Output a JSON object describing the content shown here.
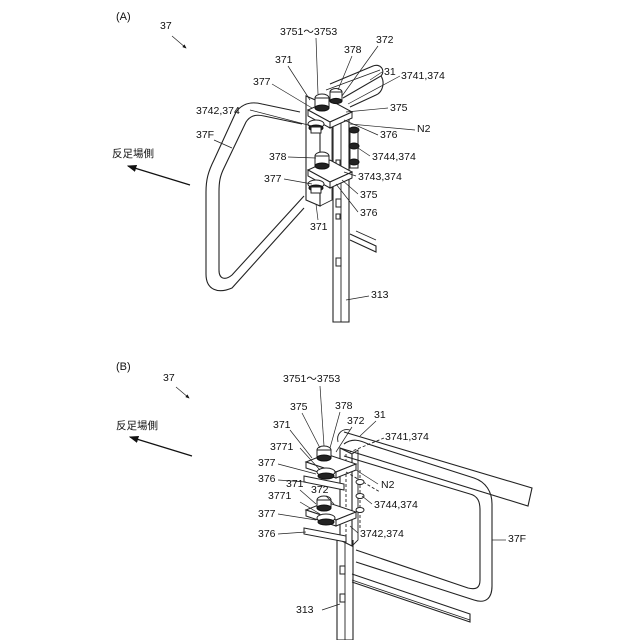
{
  "panel_a": {
    "label": "(A)",
    "assembly_ref": "37",
    "direction_label": "反足場側",
    "labels": {
      "l_3751": "3751～3753",
      "l_378": "378",
      "l_372": "372",
      "l_371": "371",
      "l_31": "31",
      "l_3741": "3741,374",
      "l_377": "377",
      "l_375": "375",
      "l_3742": "3742,374",
      "l_37f": "37F",
      "l_376": "376",
      "l_n2": "N2",
      "l_3744": "3744,374",
      "l_378b": "378",
      "l_3743": "3743,374",
      "l_377b": "377",
      "l_375b": "375",
      "l_376b": "376",
      "l_371b": "371",
      "l_313": "313"
    }
  },
  "panel_b": {
    "label": "(B)",
    "assembly_ref": "37",
    "direction_label": "反足場側",
    "labels": {
      "l_3751": "3751～3753",
      "l_375": "375",
      "l_378": "378",
      "l_371": "371",
      "l_372": "372",
      "l_31": "31",
      "l_3741": "3741,374",
      "l_3771": "3771",
      "l_377": "377",
      "l_n2": "N2",
      "l_376": "376",
      "l_371b": "371",
      "l_372b": "372",
      "l_3744": "3744,374",
      "l_3771b": "3771",
      "l_377b": "377",
      "l_3742": "3742,374",
      "l_37f": "37F",
      "l_376b": "376",
      "l_313": "313"
    }
  }
}
